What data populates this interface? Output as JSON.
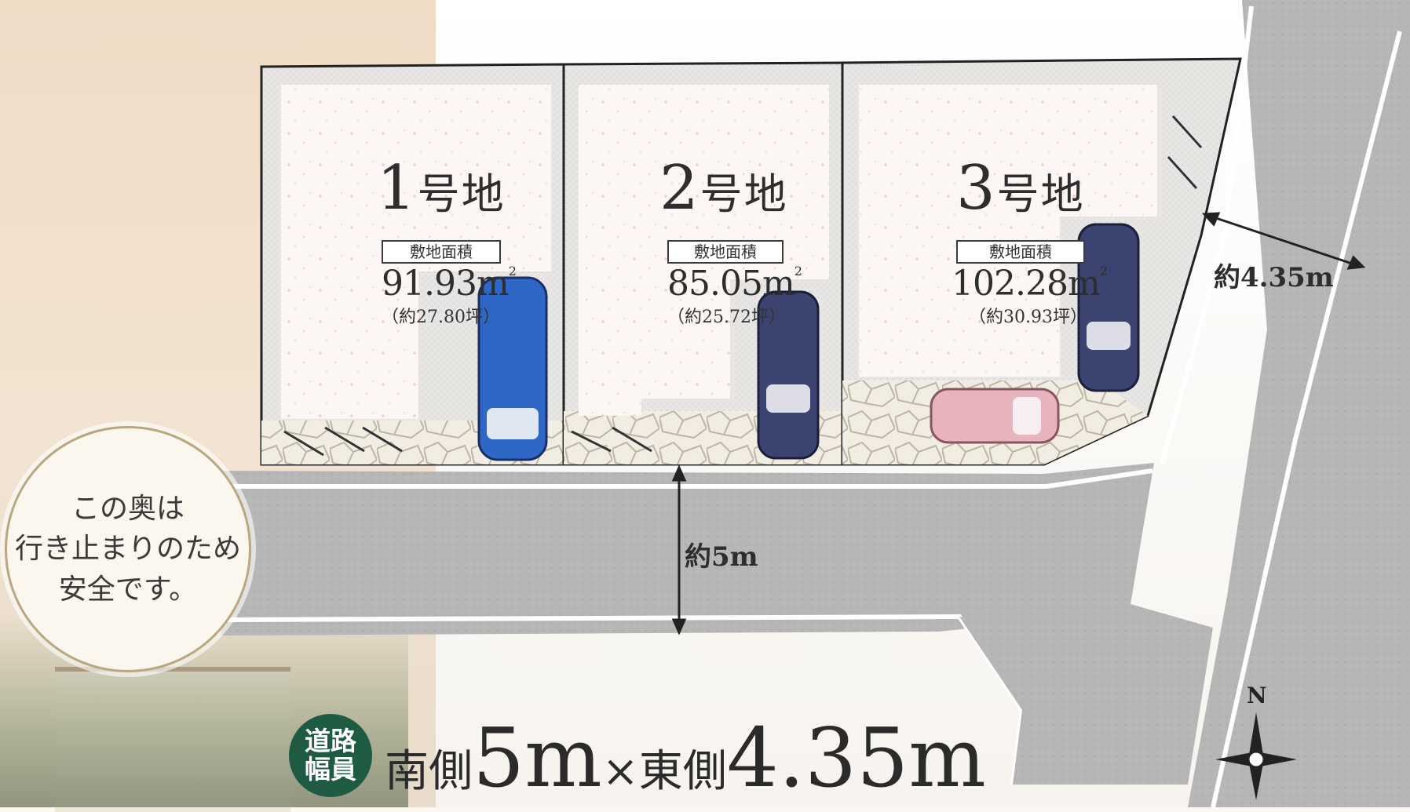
{
  "lots": [
    {
      "number": "1",
      "suffix": "号地",
      "area_label": "敷地面積",
      "area": "91.93m",
      "area_sup": "2",
      "tsubo": "（約27.80坪）"
    },
    {
      "number": "2",
      "suffix": "号地",
      "area_label": "敷地面積",
      "area": "85.05m",
      "area_sup": "2",
      "tsubo": "（約25.72坪）"
    },
    {
      "number": "3",
      "suffix": "号地",
      "area_label": "敷地面積",
      "area": "102.28m",
      "area_sup": "2",
      "tsubo": "（約30.93坪）"
    }
  ],
  "road": {
    "south_width": "約5m",
    "east_width": "約4.35m"
  },
  "note": {
    "line1": "この奥は",
    "line2": "行き止まりのため",
    "line3": "安全です。"
  },
  "summary": {
    "badge_line1": "道路",
    "badge_line2": "幅員",
    "south_label": "南側",
    "south_value": "5m",
    "times": "×",
    "east_label": "東側",
    "east_value": "4.35m"
  },
  "compass": {
    "north": "N"
  },
  "colors": {
    "road": "#b4b4b4",
    "lot_ground": "#e6e4e1",
    "house_pad": "#fbf5f2",
    "car_blue": "#2f67c6",
    "car_navy": "#3b4470",
    "car_pink": "#e7b4bd",
    "badge": "#1f5a43"
  }
}
